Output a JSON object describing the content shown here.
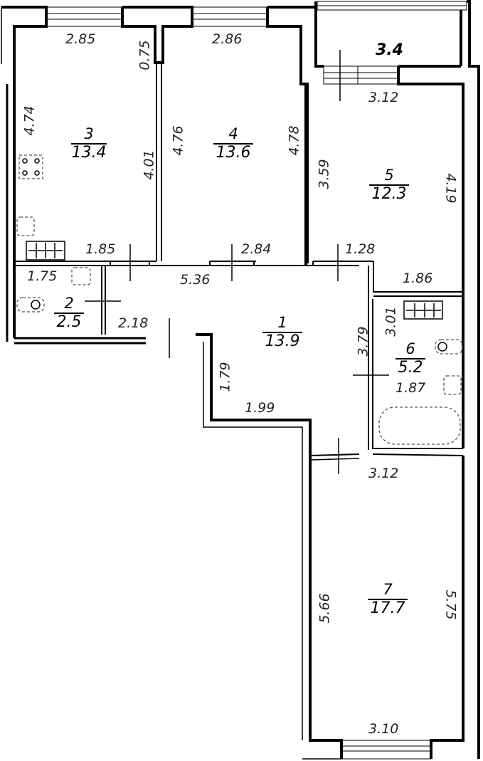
{
  "plan": {
    "rooms": [
      {
        "id": "1",
        "number": "1",
        "area": "13.9"
      },
      {
        "id": "2",
        "number": "2",
        "area": "2.5"
      },
      {
        "id": "3",
        "number": "3",
        "area": "13.4"
      },
      {
        "id": "4",
        "number": "4",
        "area": "13.6"
      },
      {
        "id": "5",
        "number": "5",
        "area": "12.3"
      },
      {
        "id": "6",
        "number": "6",
        "area": "5.2"
      },
      {
        "id": "7",
        "number": "7",
        "area": "17.7"
      }
    ],
    "balcony": {
      "area": "3.4"
    },
    "dimensions": {
      "r3_top": "2.85",
      "r3_pier": "0.75",
      "r3_left": "4.74",
      "r3_right": "4.01",
      "r3_bottom": "1.85",
      "r4_top": "2.86",
      "r4_left": "4.76",
      "r4_right": "4.78",
      "r4_bottom": "2.84",
      "r5_top": "3.12",
      "r5_left": "3.59",
      "r5_right": "4.19",
      "r1_top_right": "1.28",
      "r1_corridor": "5.36",
      "r1_right": "3.79",
      "r1_left": "1.79",
      "r1_bottom": "1.99",
      "r1_left_bottom": "2.18",
      "r2_top": "1.75",
      "r6_top": "1.86",
      "r6_left": "3.01",
      "r6_width": "1.87",
      "r7_top": "3.12",
      "r7_left": "5.66",
      "r7_right": "5.75",
      "r7_bottom": "3.10"
    }
  }
}
